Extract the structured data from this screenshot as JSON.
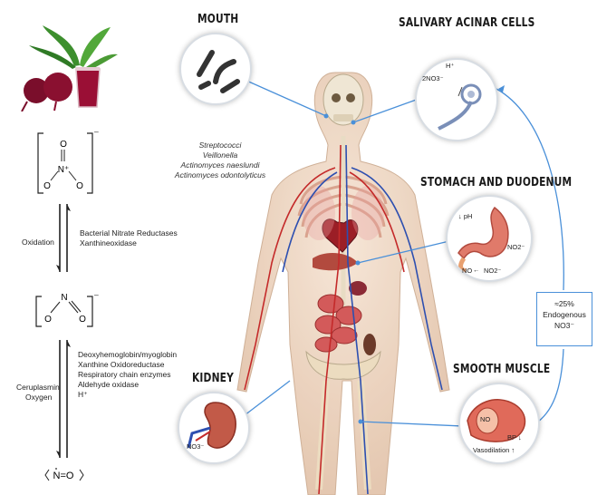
{
  "mouth": {
    "title": "MOUTH",
    "bacteria": [
      "Streptococci",
      "Veillonella",
      "Actinomyces naeslundi",
      "Actinomyces odontolyticus"
    ]
  },
  "salivary": {
    "title": "SALIVARY ACINAR CELLS",
    "formula": "2NO3⁻",
    "h_plus": "H⁺"
  },
  "stomach": {
    "title": "STOMACH AND DUODENUM",
    "ph": "↓ pH",
    "no2_a": "NO2⁻",
    "no_label": "NO",
    "no2_b": "NO2⁻"
  },
  "smooth_muscle": {
    "title": "SMOOTH MUSCLE",
    "no_label": "NO",
    "bp": "BP ↓",
    "vasodilation": "Vasodilation ↑"
  },
  "kidney": {
    "title": "KIDNEY",
    "no3": "NO3⁻"
  },
  "cycle_box": {
    "line1": "≈25%",
    "line2": "Endogenous NO3⁻"
  },
  "chemistry": {
    "oxidation_label": "Oxidation",
    "oxidation_enzymes": [
      "Bacterial Nitrate Reductases",
      "Xanthineoxidase"
    ],
    "reduction_label": [
      "Ceruplasmin",
      "Oxygen"
    ],
    "reduction_enzymes": [
      "Deoxyhemoglobin/myoglobin",
      "Xanthine Oxidoreductase",
      "Respiratory chain enzymes",
      "Aldehyde oxidase",
      "H⁺"
    ],
    "nitrate_charge": "–",
    "nitrite_charge": "–"
  },
  "colors": {
    "arrow_blue": "#4a90d9",
    "vein_blue": "#2d4fb0",
    "artery_red": "#c42a2a",
    "beet": "#8a1030"
  }
}
